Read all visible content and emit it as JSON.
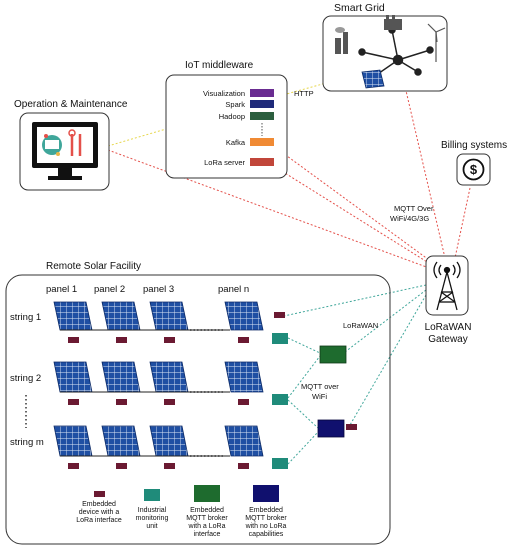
{
  "nodes": {
    "smart_grid": {
      "title": "Smart Grid"
    },
    "iot_middleware": {
      "title": "IoT middleware",
      "stack": [
        {
          "label": "Visualization",
          "color": "#6a2c91"
        },
        {
          "label": "Spark",
          "color": "#1f2a7a"
        },
        {
          "label": "Hadoop",
          "color": "#2c5f3f"
        },
        {
          "label": "Kafka",
          "color": "#f08a34"
        },
        {
          "label": "LoRa server",
          "color": "#c1463a"
        }
      ]
    },
    "operation_maintenance": {
      "title": "Operation & Maintenance"
    },
    "billing": {
      "title": "Billing systems",
      "icon": "dollar-icon"
    },
    "gateway": {
      "title_line1": "LoRaWAN",
      "title_line2": "Gateway",
      "icon": "antenna-tower-icon"
    },
    "solar_facility": {
      "title": "Remote Solar Facility",
      "panels": [
        "panel 1",
        "panel 2",
        "panel 3",
        "panel n"
      ],
      "strings": [
        "string 1",
        "string 2",
        "string m"
      ]
    }
  },
  "edges": {
    "http": "HTTP",
    "mqtt_over_wan": [
      "MQTT Over",
      "WiFi/4G/3G"
    ],
    "lorawan": "LoRaWAN",
    "mqtt_over_wifi": [
      "MQTT over",
      "WiFi"
    ]
  },
  "legend": [
    {
      "color": "#6b1a32",
      "lines": [
        "Embedded",
        "device with a",
        "LoRa interface"
      ]
    },
    {
      "color": "#1f8b7a",
      "lines": [
        "Industrial",
        "monitoring",
        "unit"
      ]
    },
    {
      "color": "#1e6b2e",
      "lines": [
        "Embedded",
        "MQTT broker",
        "with a LoRa",
        "interface"
      ]
    },
    {
      "color": "#10106e",
      "lines": [
        "Embedded",
        "MQTT broker",
        "with no LoRa",
        "capabilities"
      ]
    }
  ],
  "colors": {
    "panel": "#1f4fa3",
    "lora_device": "#6b1a32",
    "monitoring_unit": "#1f8b7a",
    "mqtt_lora_broker": "#1e6b2e",
    "mqtt_broker": "#10106e",
    "link_red": "#e4504a",
    "link_yellow": "#e6d64a",
    "link_teal": "#3fa69a"
  }
}
